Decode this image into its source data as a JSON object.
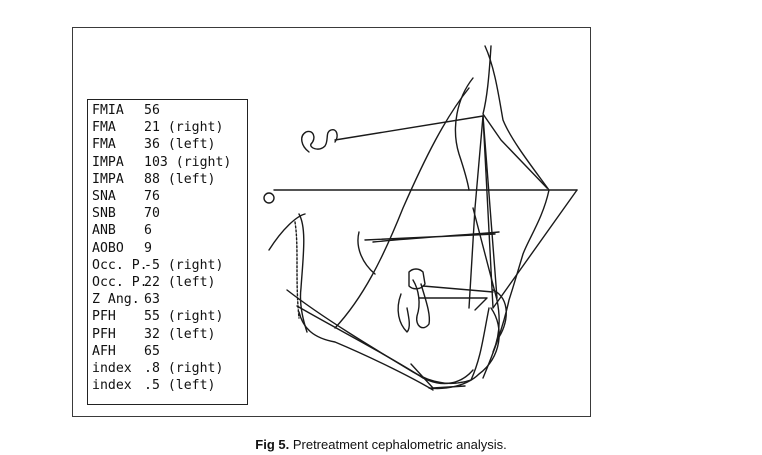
{
  "measurements": [
    {
      "label": "FMIA",
      "value": "56"
    },
    {
      "label": "FMA",
      "value": "21 (right)"
    },
    {
      "label": "FMA",
      "value": "36 (left)"
    },
    {
      "label": "IMPA",
      "value": "103 (right)"
    },
    {
      "label": "IMPA",
      "value": "88 (left)"
    },
    {
      "label": "SNA",
      "value": "76"
    },
    {
      "label": "SNB",
      "value": "70"
    },
    {
      "label": "ANB",
      "value": "6"
    },
    {
      "label": "AOBO",
      "value": "9"
    },
    {
      "label": "Occ. P.",
      "value": "-5 (right)"
    },
    {
      "label": "Occ. P.",
      "value": "22 (left)"
    },
    {
      "label": "Z Ang.",
      "value": "63"
    },
    {
      "label": "PFH",
      "value": "55 (right)"
    },
    {
      "label": "PFH",
      "value": "32 (left)"
    },
    {
      "label": "AFH",
      "value": "65"
    },
    {
      "label": "index",
      "value": ".8 (right)"
    },
    {
      "label": "index",
      "value": ".5 (left)"
    }
  ],
  "caption": {
    "label": "Fig 5.",
    "text": "Pretreatment cephalometric analysis."
  }
}
